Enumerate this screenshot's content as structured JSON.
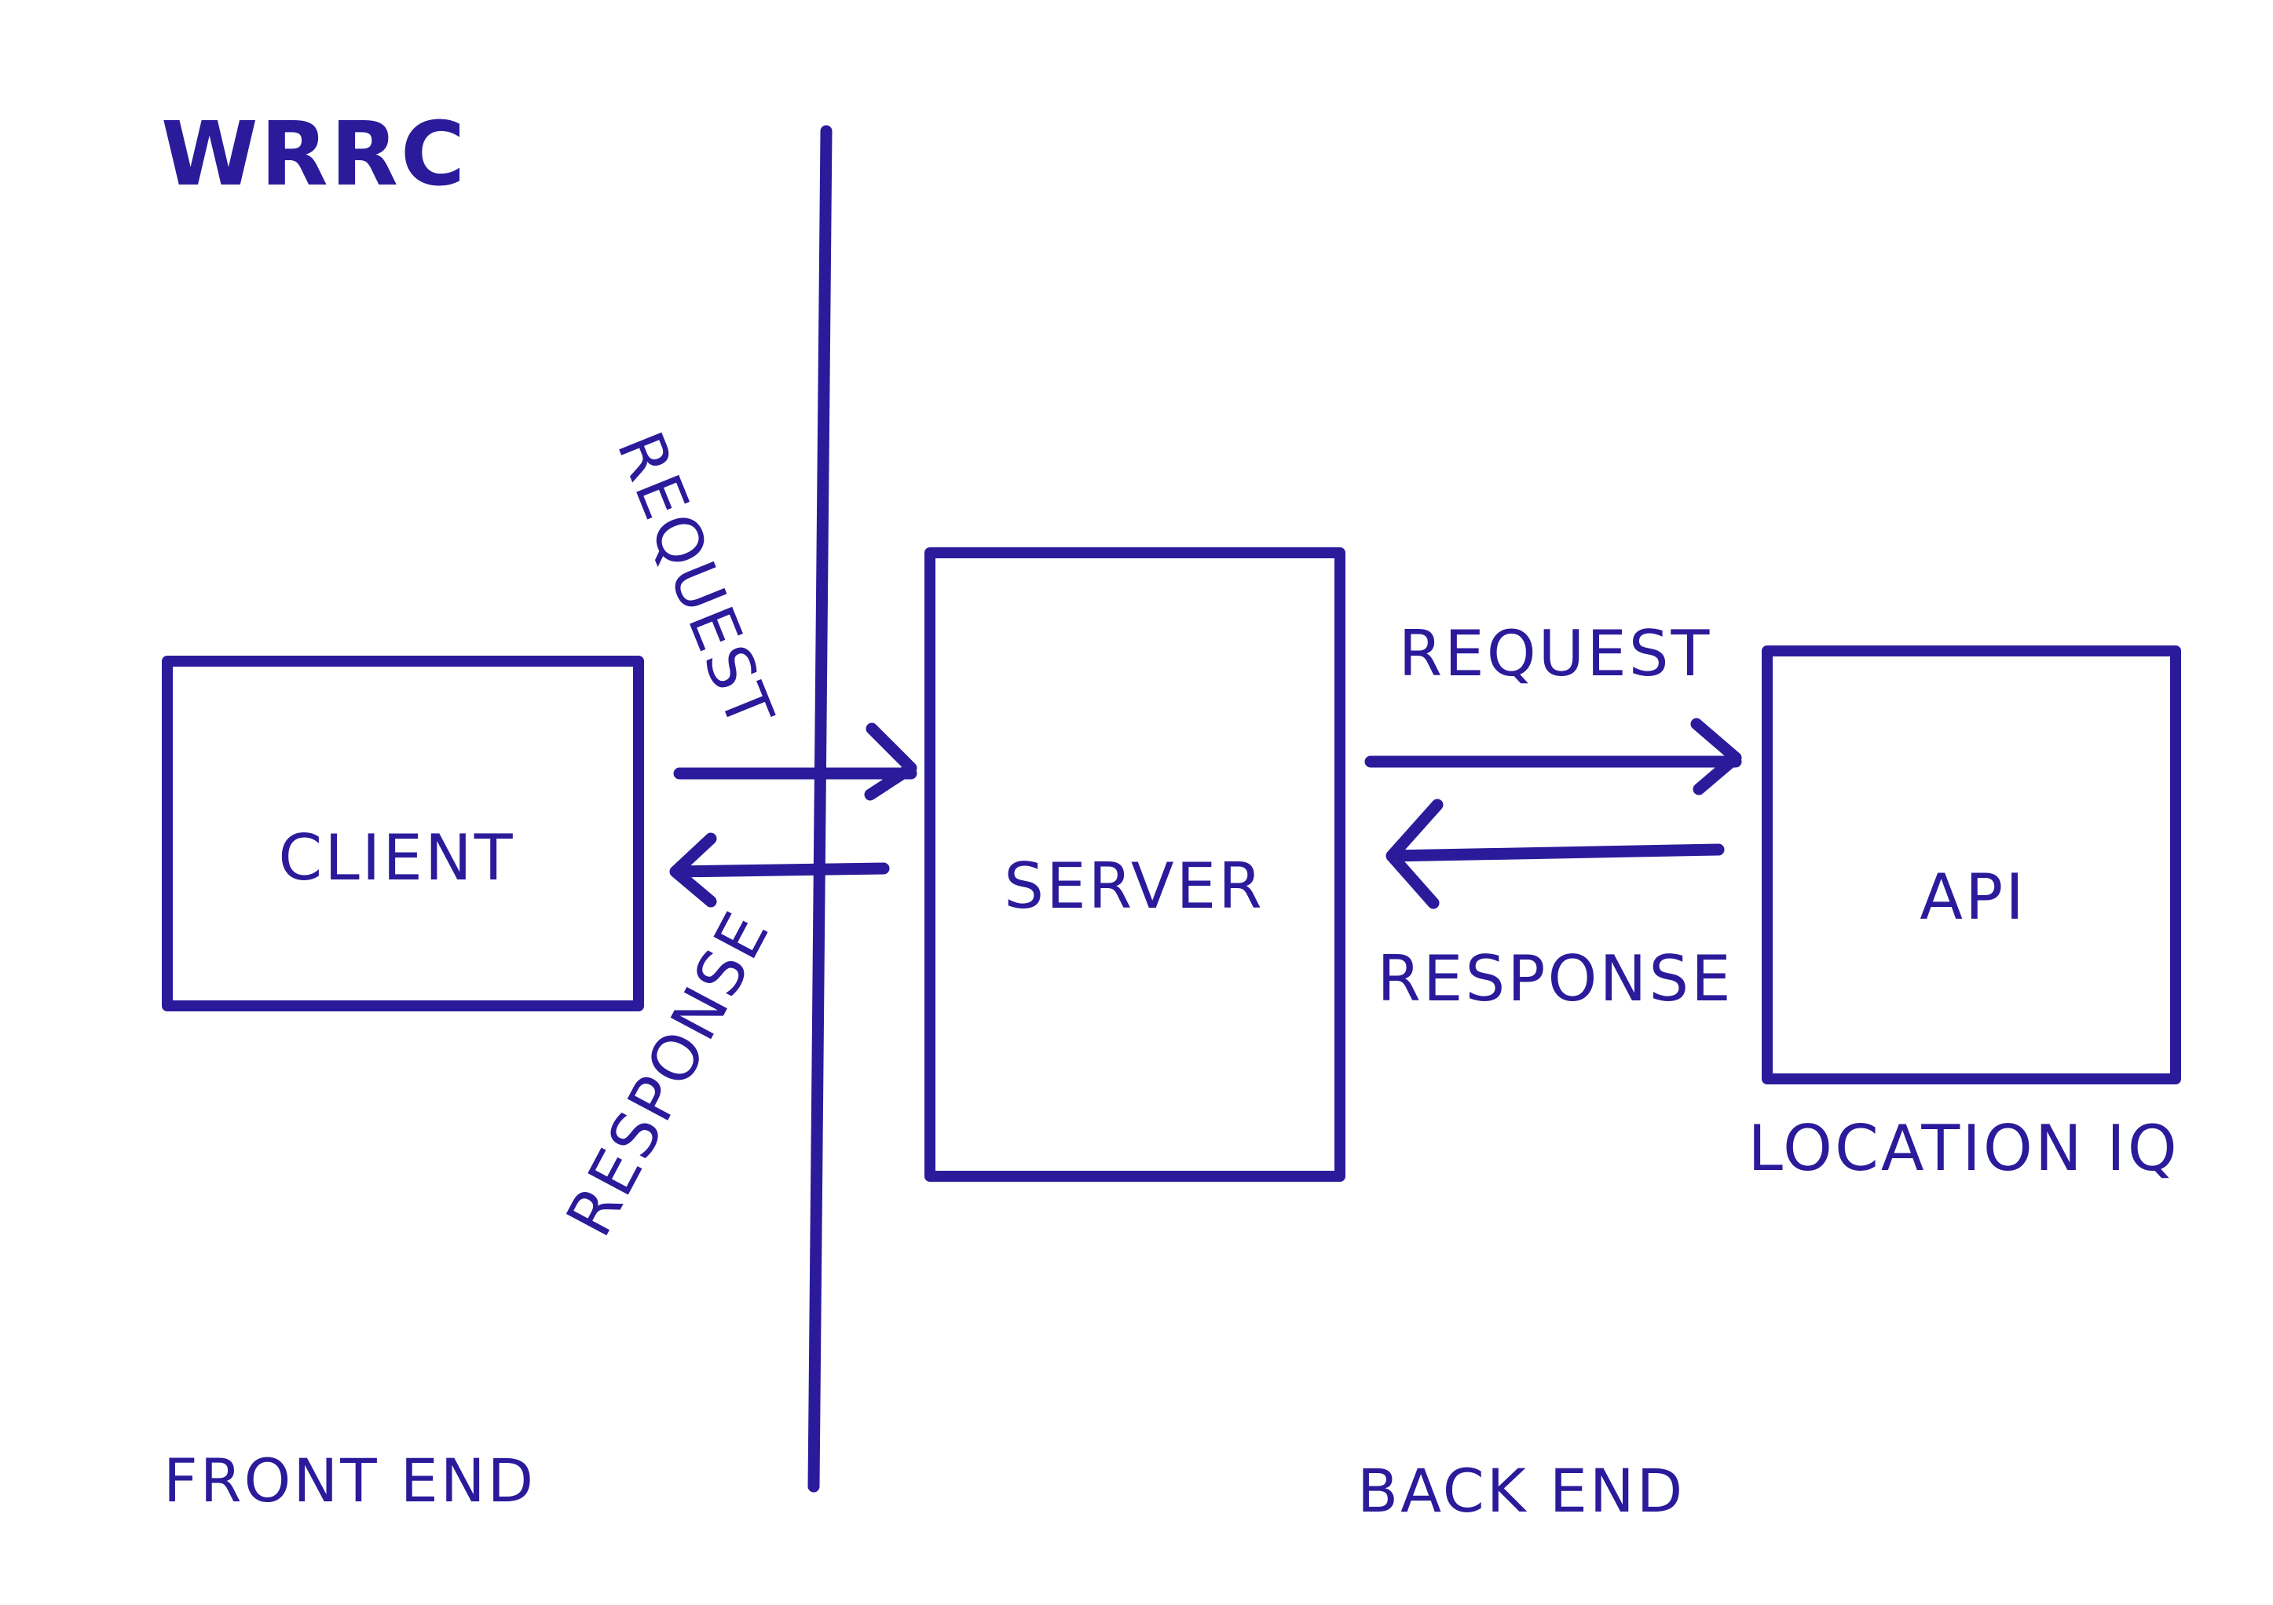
{
  "diagram": {
    "title": "WRRC",
    "ink_color": "#2b1b9b",
    "background": "#ffffff",
    "nodes": {
      "client": "CLIENT",
      "server": "SERVER",
      "api": "API",
      "api_caption": "LOCATION IQ"
    },
    "edges": {
      "client_to_server": "REQUEST",
      "server_to_client": "RESPONSE",
      "server_to_api": "REQUEST",
      "api_to_server": "RESPONSE"
    },
    "regions": {
      "left": "FRONT END",
      "right": "BACK END"
    }
  }
}
